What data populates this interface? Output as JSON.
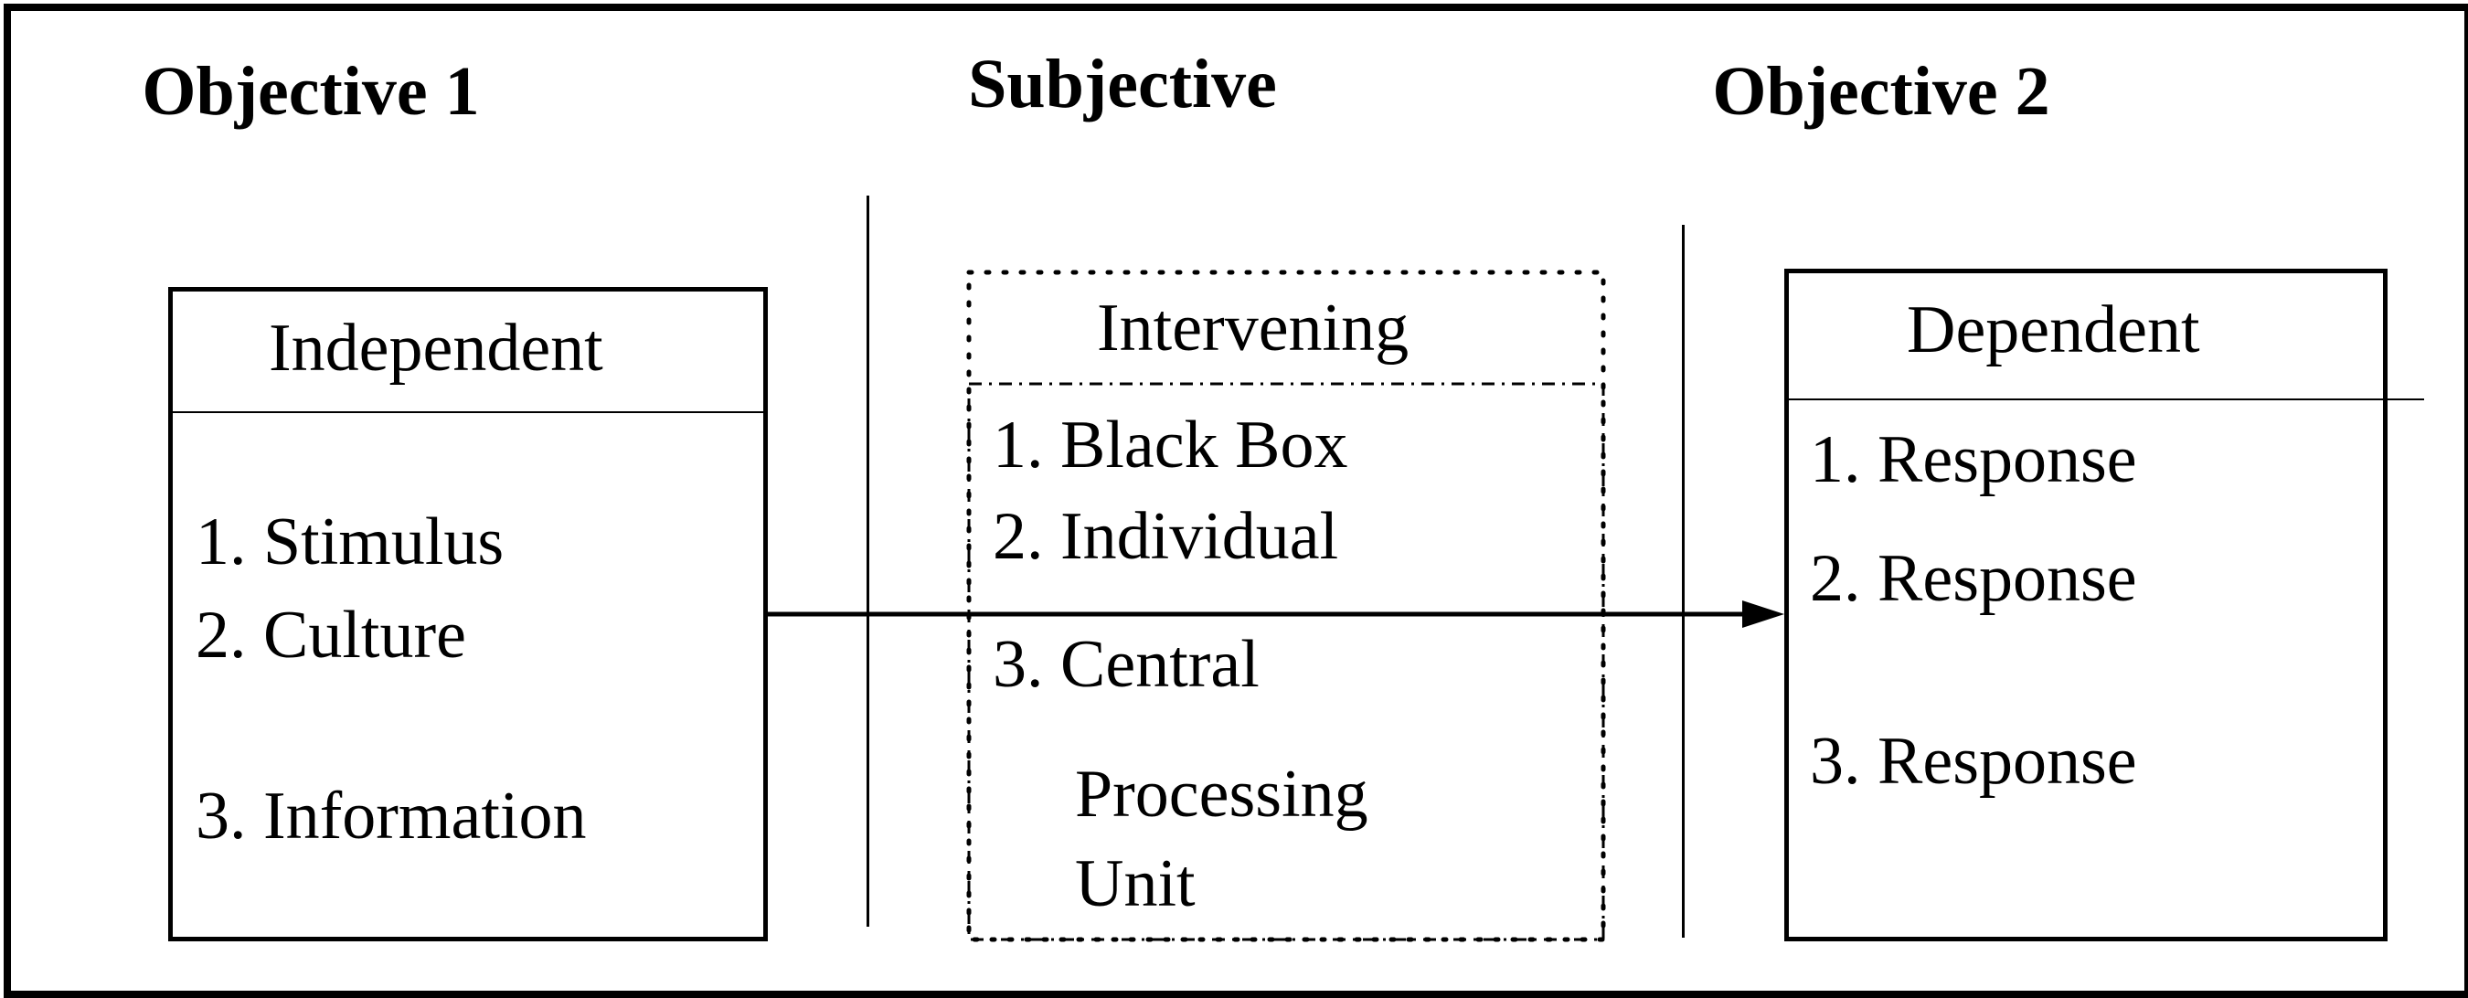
{
  "headings": {
    "objective1": "Objective 1",
    "subjective": "Subjective",
    "objective2": "Objective 2"
  },
  "independent": {
    "title": "Independent",
    "items": [
      "1. Stimulus",
      "2. Culture",
      "3. Information"
    ]
  },
  "intervening": {
    "title": "Intervening",
    "items": [
      "1. Black Box",
      "2. Individual",
      "3. Central",
      "Processing",
      "Unit"
    ]
  },
  "dependent": {
    "title": "Dependent",
    "items": [
      "1. Response",
      "2. Response",
      "3. Response"
    ]
  }
}
